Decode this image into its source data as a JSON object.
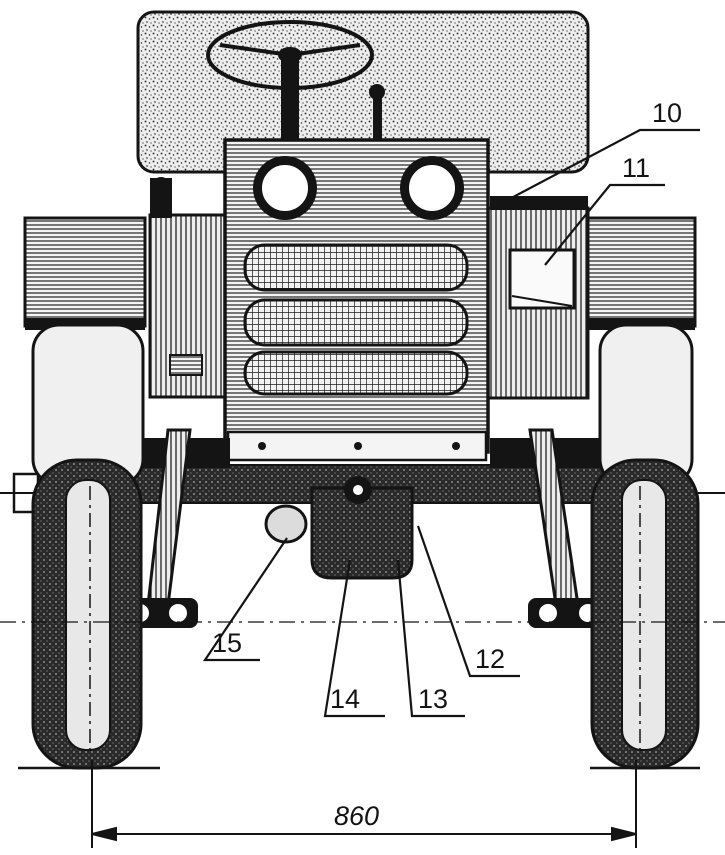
{
  "callouts": {
    "c10": "10",
    "c11": "11",
    "c12": "12",
    "c13": "13",
    "c14": "14",
    "c15": "15"
  },
  "dimension": {
    "track_width": "860"
  },
  "colors": {
    "ink": "#141414",
    "paper": "#ffffff",
    "mid": "#5a5a5a",
    "light": "#d8d8d8"
  }
}
